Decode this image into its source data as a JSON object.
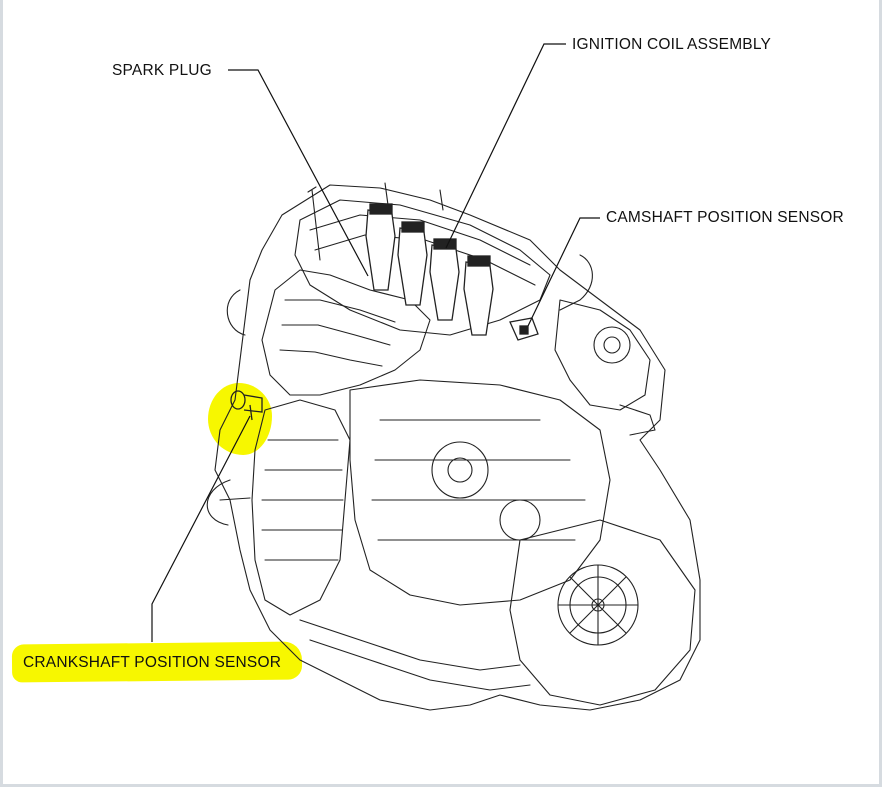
{
  "labels": {
    "spark_plug": "SPARK PLUG",
    "ignition_coil": "IGNITION COIL ASSEMBLY",
    "camshaft_sensor": "CAMSHAFT POSITION SENSOR",
    "crankshaft_sensor": "CRANKSHAFT POSITION SENSOR"
  },
  "colors": {
    "highlight": "#f7f700",
    "line": "#222222",
    "frame": "#d6dbe0"
  }
}
